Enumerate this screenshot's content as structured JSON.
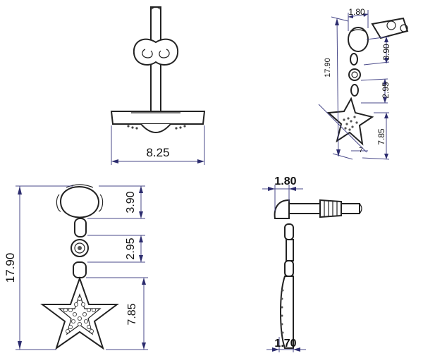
{
  "dimensions": {
    "front_top_width": "8.25",
    "iso_width": "1.80",
    "iso_top": "3.90",
    "iso_total": "17.90",
    "iso_link": "2.95",
    "iso_star": "7.85",
    "iso_tip": "7",
    "front_total": "17.90",
    "front_top": "3.90",
    "front_link": "2.95",
    "front_star": "7.85",
    "side_top": "1.80",
    "side_bottom": "1.70"
  },
  "colors": {
    "outline": "#222222",
    "dimension_line": "#4a4a8a",
    "arrow": "#2c2c6e"
  }
}
